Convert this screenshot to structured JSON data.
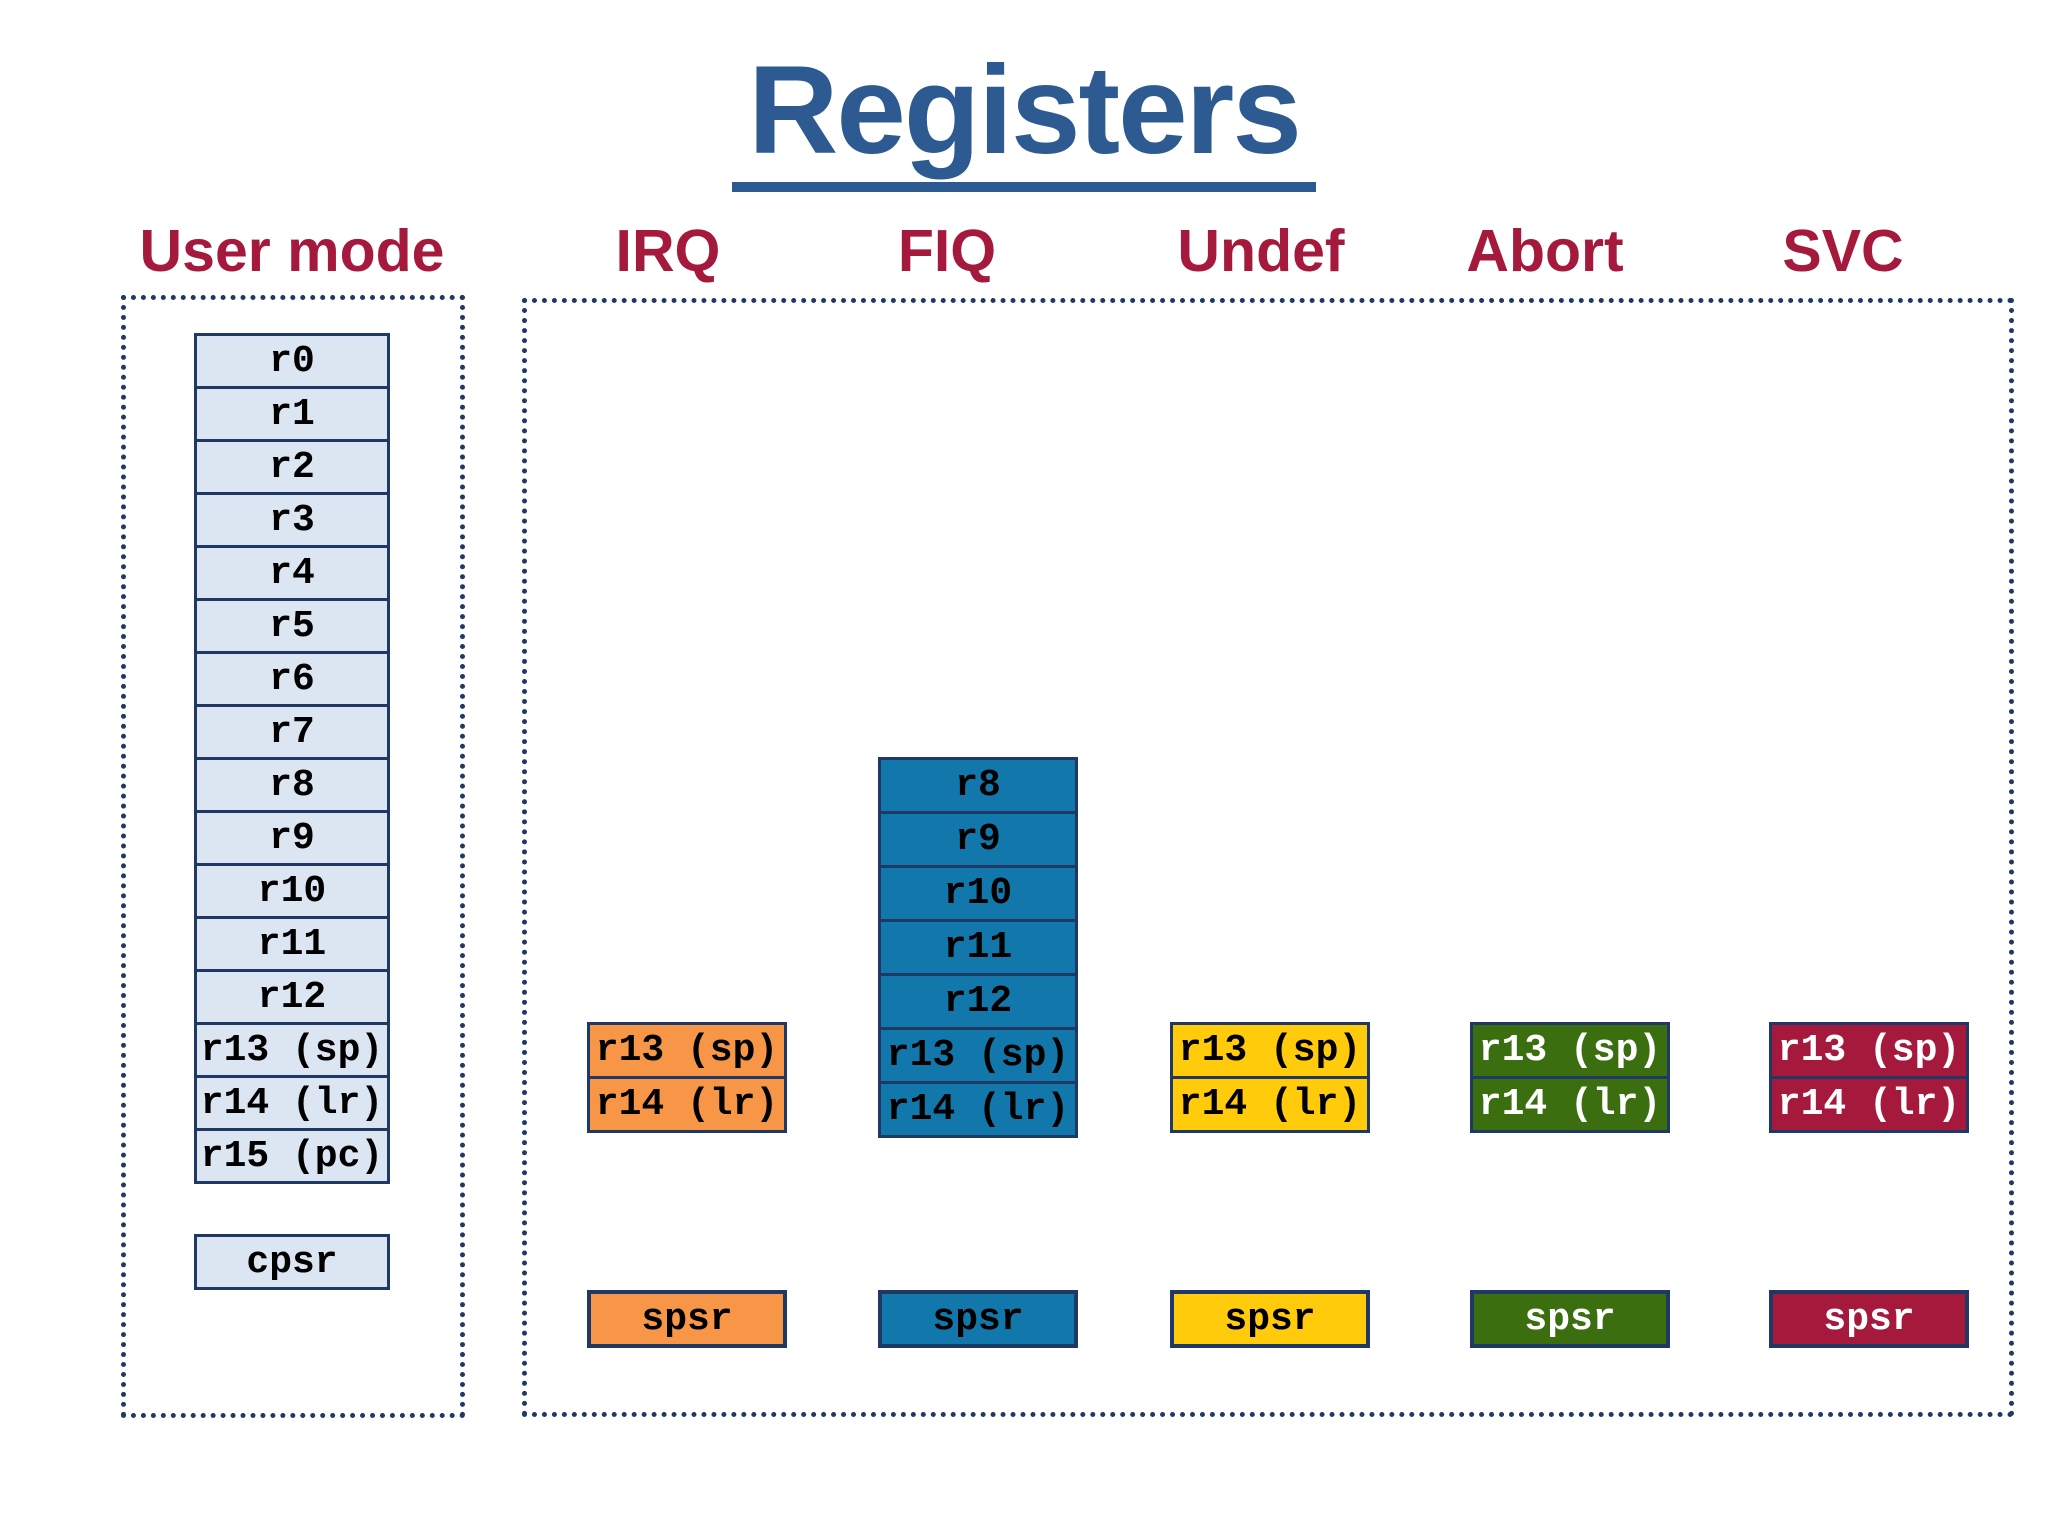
{
  "title": "Registers",
  "colors": {
    "title": "#2E5A92",
    "mode_label": "#A5193D",
    "border_navy": "#1F3864",
    "user_cell_fill": "#DCE6F2"
  },
  "user_mode": {
    "label": "User mode",
    "fill": "#DCE6F2",
    "text_color": "#000000",
    "registers": [
      "r0",
      "r1",
      "r2",
      "r3",
      "r4",
      "r5",
      "r6",
      "r7",
      "r8",
      "r9",
      "r10",
      "r11",
      "r12",
      "r13 (sp)",
      "r14 (lr)",
      "r15 (pc)"
    ],
    "status_register": "cpsr"
  },
  "banked_modes": [
    {
      "label": "IRQ",
      "color": "#F79646",
      "text_color": "#000000",
      "registers": [
        "r13 (sp)",
        "r14 (lr)"
      ],
      "status_register": "spsr"
    },
    {
      "label": "FIQ",
      "color": "#1278AB",
      "text_color": "#000000",
      "registers": [
        "r8",
        "r9",
        "r10",
        "r11",
        "r12",
        "r13 (sp)",
        "r14 (lr)"
      ],
      "status_register": "spsr"
    },
    {
      "label": "Undef",
      "color": "#FFCB0B",
      "text_color": "#000000",
      "registers": [
        "r13 (sp)",
        "r14 (lr)"
      ],
      "status_register": "spsr"
    },
    {
      "label": "Abort",
      "color": "#3B6E0E",
      "text_color": "#FFFFFF",
      "registers": [
        "r13 (sp)",
        "r14 (lr)"
      ],
      "status_register": "spsr"
    },
    {
      "label": "SVC",
      "color": "#A5193D",
      "text_color": "#FFFFFF",
      "registers": [
        "r13 (sp)",
        "r14 (lr)"
      ],
      "status_register": "spsr"
    }
  ]
}
